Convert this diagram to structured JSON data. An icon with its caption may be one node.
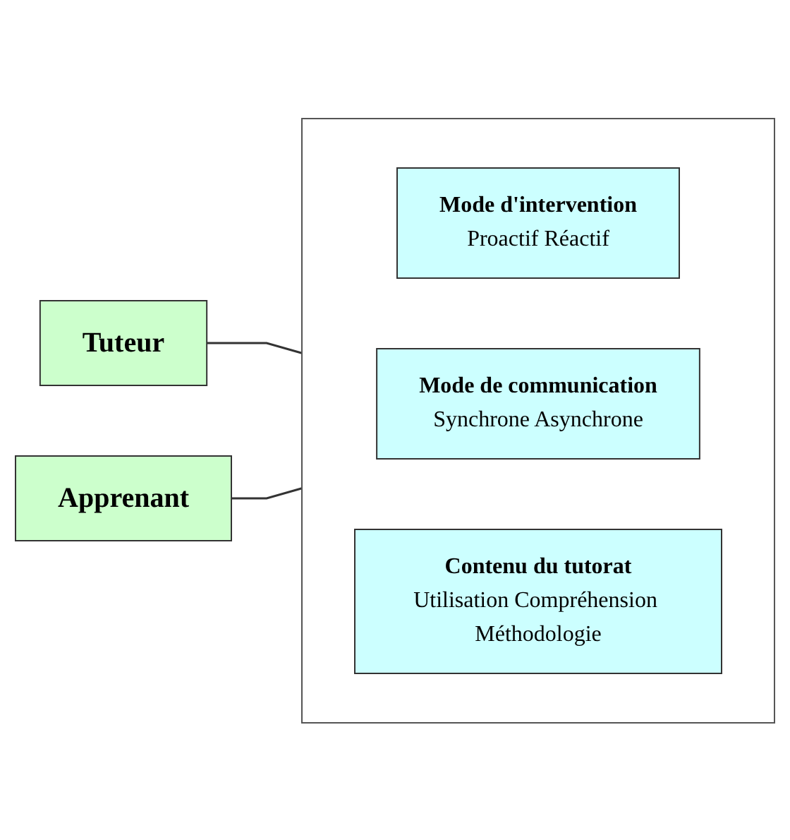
{
  "diagram": {
    "nodes": [
      {
        "text": [
          "Tuteur"
        ]
      },
      {
        "text": [
          "Apprenant"
        ]
      },
      {
        "text": [],
        "shape": "box"
      },
      {
        "text": [
          "Mode d'intervention",
          "Proactif Réactif"
        ],
        "in": 2
      },
      {
        "text": [
          "Mode de communication",
          "Synchrone Asynchrone"
        ],
        "in": 2
      },
      {
        "text": [
          "Contenu du tutorat",
          "Utilisation Compréhension Méthodologie"
        ],
        "in": 2
      }
    ],
    "edges": [
      {
        "from": 0,
        "to": 2,
        "arrow": "none"
      },
      {
        "from": 1,
        "to": 2,
        "arrow": "none"
      }
    ]
  }
}
